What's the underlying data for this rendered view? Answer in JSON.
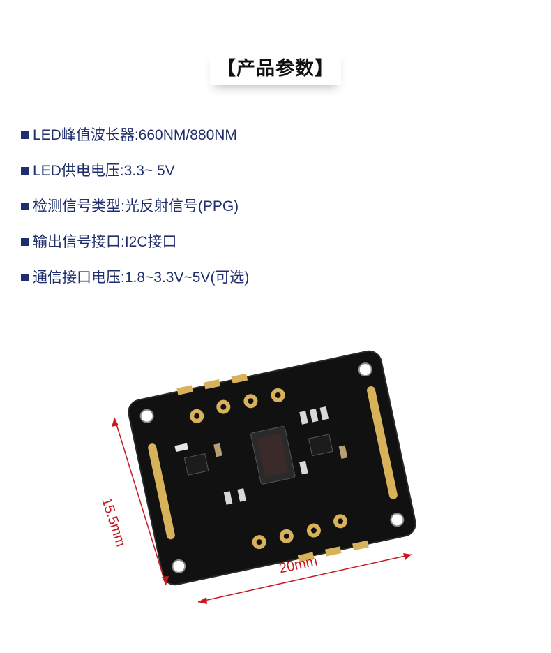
{
  "header": {
    "title": "【产品参数】"
  },
  "specs": [
    {
      "text": "LED峰值波长器:660NM/880NM"
    },
    {
      "text": "LED供电电压:3.3~ 5V"
    },
    {
      "text": "检测信号类型:光反射信号(PPG)"
    },
    {
      "text": "输出信号接口:I2C接口"
    },
    {
      "text": "通信接口电压:1.8~3.3V~5V(可选)"
    }
  ],
  "dimensions": {
    "height_label": "15.5mm",
    "width_label": "20mm"
  },
  "colors": {
    "bullet": "#1f2f6b",
    "dimension": "#c8191f",
    "pcb": "#111111",
    "pad_gold": "#d8b25a"
  }
}
